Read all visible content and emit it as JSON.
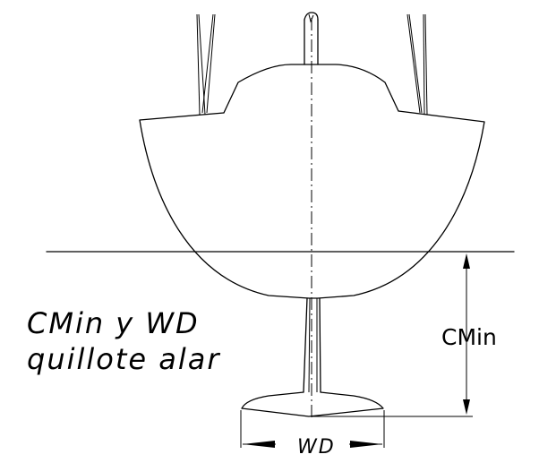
{
  "caption": {
    "line1": "CMin y WD",
    "line2": "quillote alar"
  },
  "labels": {
    "cmin": "CMin",
    "wd": "WD"
  },
  "colors": {
    "line": "#000000",
    "background": "#ffffff"
  }
}
